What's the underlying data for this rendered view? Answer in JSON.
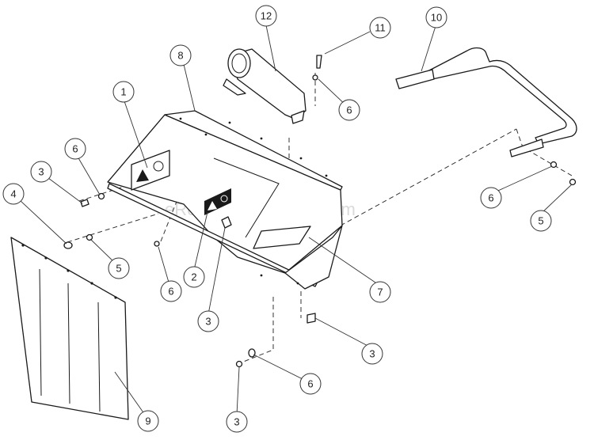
{
  "watermark": "eReplacementParts.com",
  "callouts": [
    {
      "id": "c1",
      "label": "1"
    },
    {
      "id": "c2",
      "label": "2"
    },
    {
      "id": "c3a",
      "label": "3"
    },
    {
      "id": "c3b",
      "label": "3"
    },
    {
      "id": "c3c",
      "label": "3"
    },
    {
      "id": "c3d",
      "label": "3"
    },
    {
      "id": "c4",
      "label": "4"
    },
    {
      "id": "c5a",
      "label": "5"
    },
    {
      "id": "c5b",
      "label": "5"
    },
    {
      "id": "c6a",
      "label": "6"
    },
    {
      "id": "c6b",
      "label": "6"
    },
    {
      "id": "c6c",
      "label": "6"
    },
    {
      "id": "c6d",
      "label": "6"
    },
    {
      "id": "c6e",
      "label": "6"
    },
    {
      "id": "c7",
      "label": "7"
    },
    {
      "id": "c8",
      "label": "8"
    },
    {
      "id": "c9",
      "label": "9"
    },
    {
      "id": "c10",
      "label": "10"
    },
    {
      "id": "c11",
      "label": "11"
    },
    {
      "id": "c12",
      "label": "12"
    }
  ]
}
